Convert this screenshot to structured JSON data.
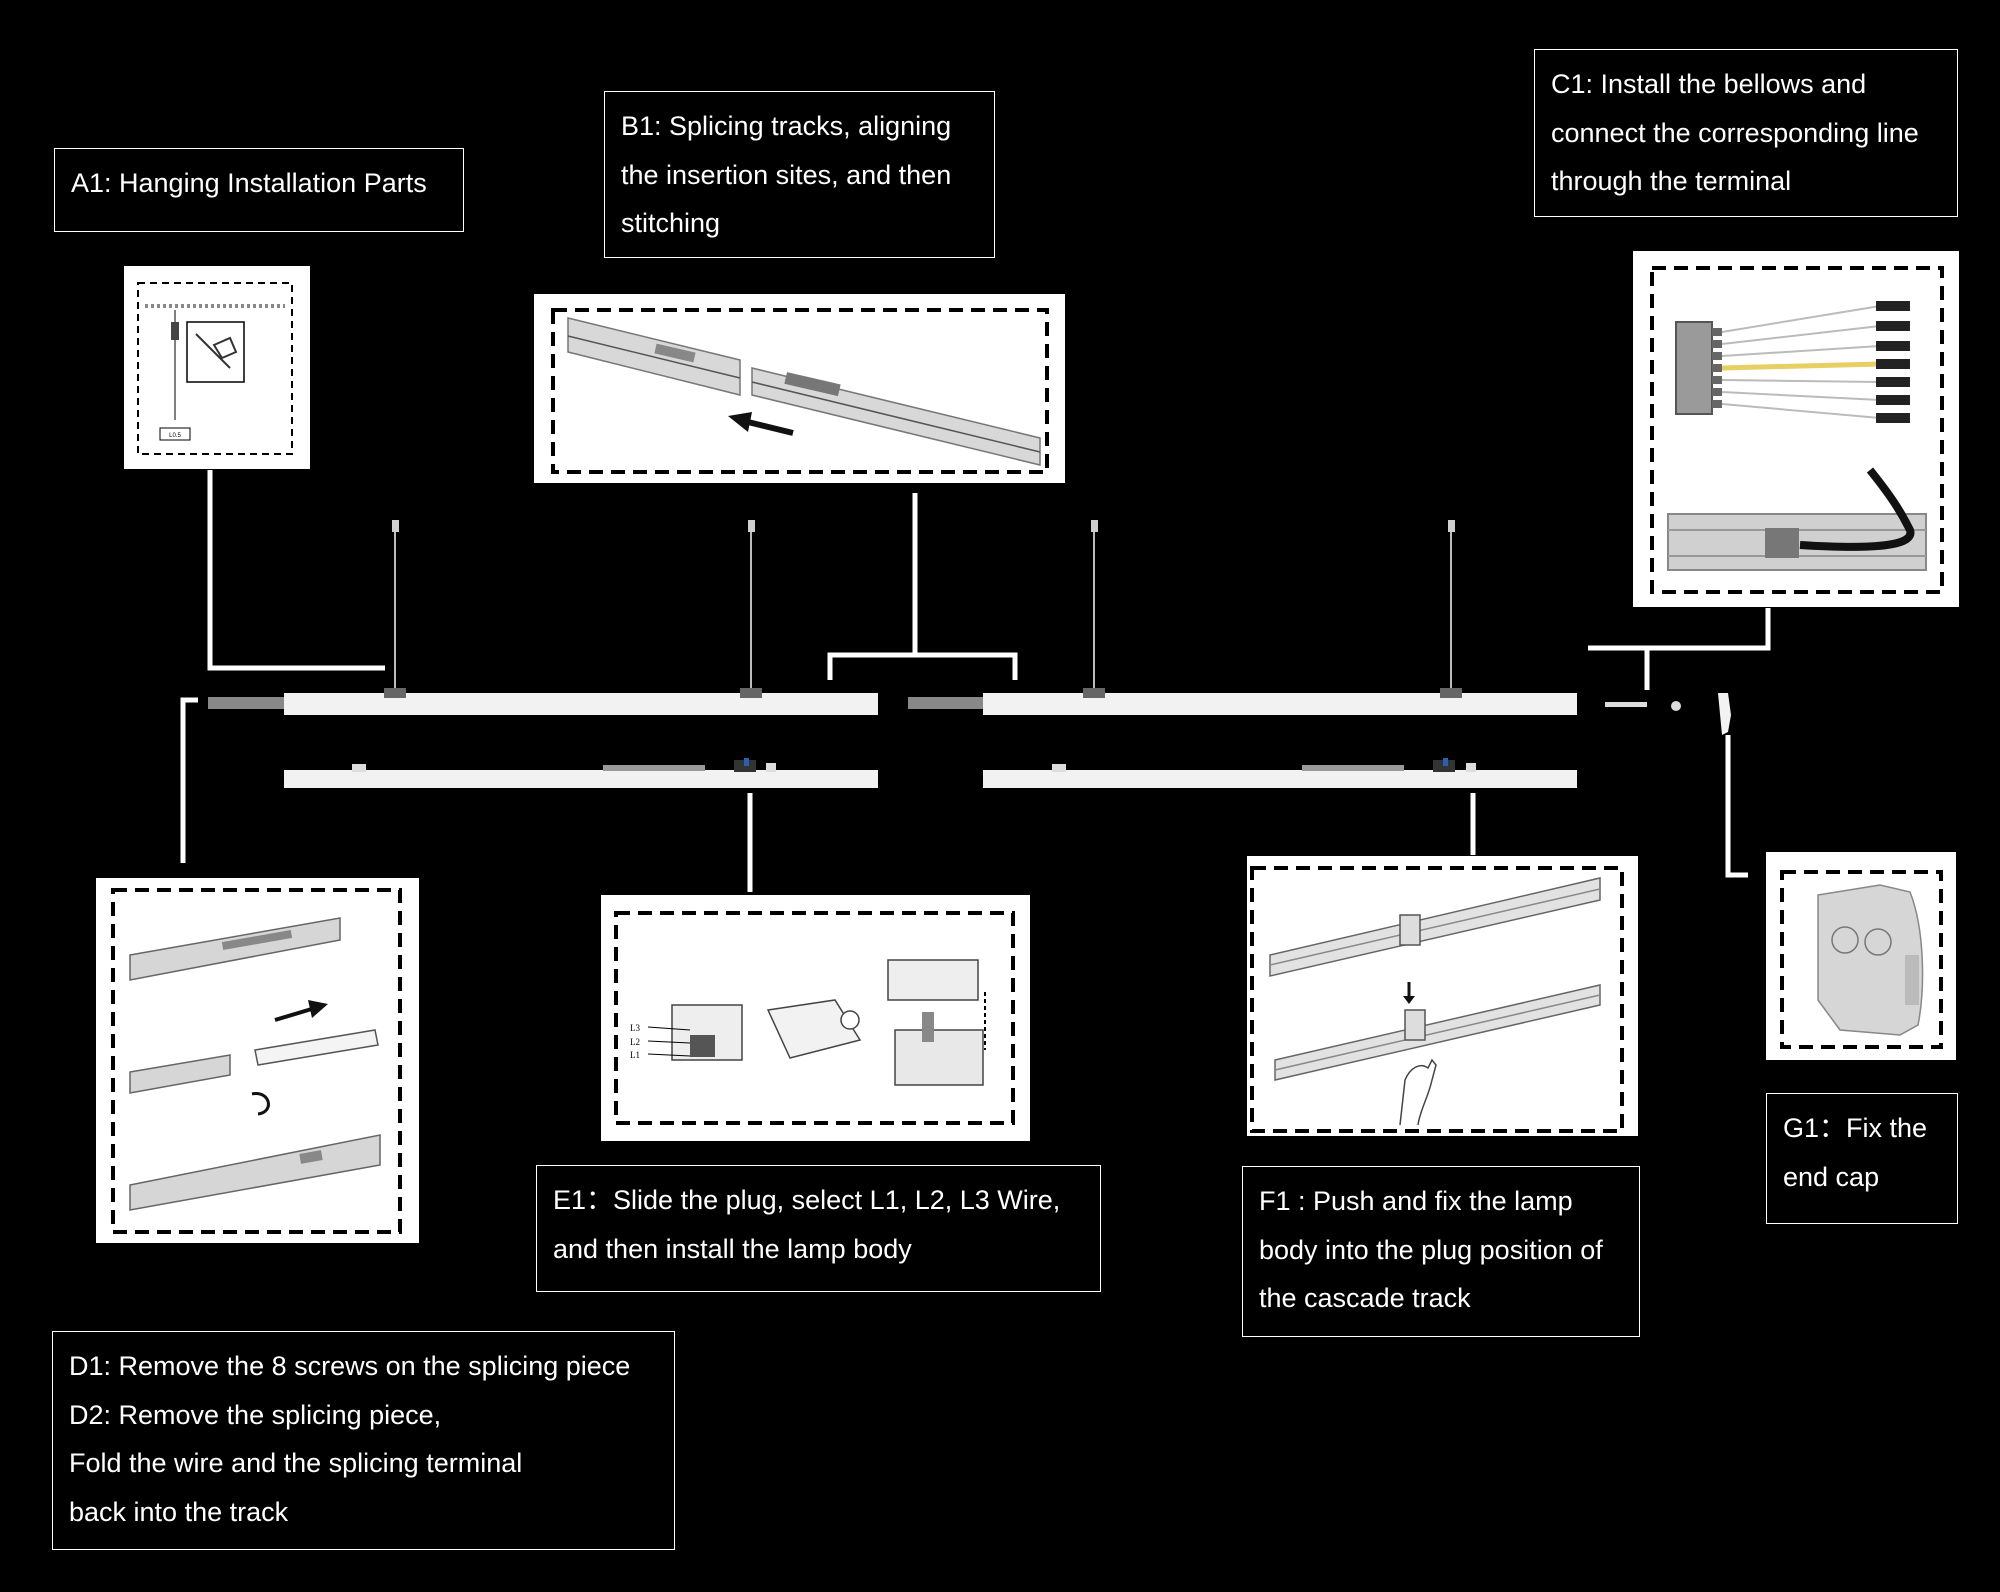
{
  "labels": {
    "a1": [
      "A1: Hanging Installation Parts"
    ],
    "b1": [
      "B1: Splicing tracks, aligning",
      "the insertion sites, and then",
      "stitching"
    ],
    "c1": [
      "C1: Install the bellows and",
      "connect the corresponding line",
      "through the terminal"
    ],
    "d1": [
      "D1: Remove the 8 screws on the splicing piece",
      "D2: Remove the splicing piece,",
      "Fold the wire and the splicing terminal",
      "back into the track"
    ],
    "e1": [
      "E1：Slide the plug, select L1, L2, L3 Wire,",
      "and then install the lamp body"
    ],
    "f1": [
      "F1 : Push and fix the lamp",
      "body into the plug position of",
      "the cascade track"
    ],
    "g1": [
      "G1：Fix the",
      "end cap"
    ]
  },
  "wire_labels": [
    "L3",
    "L2",
    "L1"
  ],
  "a1_tag": "L0.5",
  "colors": {
    "background": "#000000",
    "line": "#ffffff",
    "panel": "#ffffff",
    "track": "#dcdcdc",
    "wire_yellow": "#e8cf63",
    "wire_blue": "#2b5fb0"
  }
}
